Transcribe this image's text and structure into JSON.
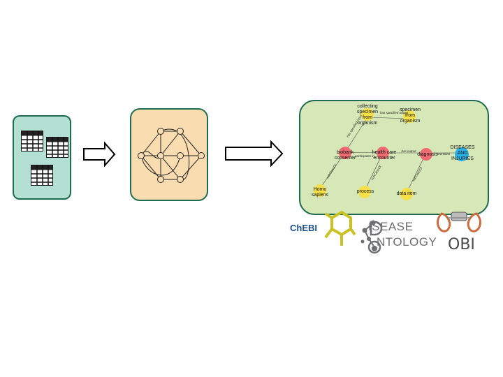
{
  "ontology_graph": {
    "nodes": {
      "collecting_specimen": "collecting specimen from organism",
      "specimen_from_organism": "specimen from organism",
      "biobank_consenter": "biobank consenter",
      "health_care_encounter": "health care encounter",
      "diagnosis": "diagnosis",
      "diseases_and_injuries": "DISEASES AND INJURIES",
      "homo_sapiens": "Homo sapiens",
      "process": "process",
      "data_item": "data item"
    },
    "edges": {
      "has_specified_output": "has specified output",
      "has_specified_input": "has specified input",
      "participates_in": "participates in",
      "has_output": "has output",
      "mentions": "mentions",
      "subClassOf_1": "subClassOf",
      "subClassOf_2": "subClassOf",
      "subClassOf_3": "subClassOf"
    }
  },
  "logos": {
    "chebi": "ChEBI",
    "disease_ontology_line1": "ISEASE",
    "disease_ontology_line2": "NTOLOGY",
    "obi": "OBI"
  },
  "colors": {
    "tables_panel": "#b3e0d3",
    "graph_panel": "#f9dcb0",
    "ontology_panel": "#d6e8b7",
    "panel_border": "#1f6b4e",
    "node_yellow": "#f5e04a",
    "node_red": "#ee6b73",
    "node_blue": "#2bb2e6"
  }
}
